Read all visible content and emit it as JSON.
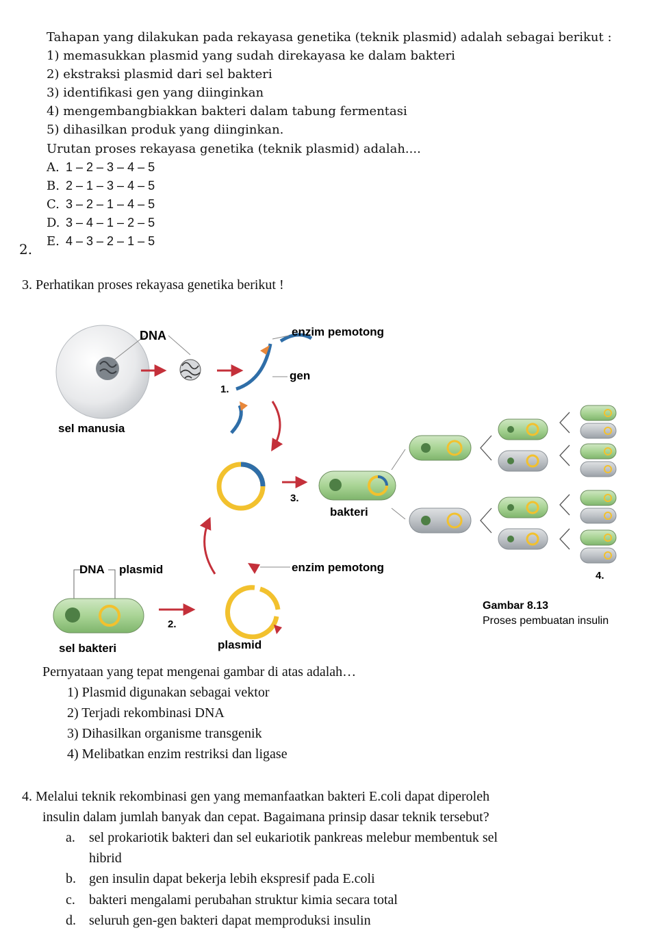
{
  "q2": {
    "number": "2.",
    "intro": "Tahapan yang dilakukan pada rekayasa genetika (teknik plasmid) adalah sebagai berikut :",
    "steps": [
      "1) memasukkan plasmid yang sudah direkayasa ke dalam bakteri",
      "2) ekstraksi plasmid dari sel bakteri",
      "3) identifikasi gen yang diinginkan",
      "4) mengembangbiakkan bakteri dalam tabung fermentasi",
      "5) dihasilkan produk yang diinginkan."
    ],
    "question": "Urutan proses rekayasa genetika (teknik plasmid) adalah....",
    "options": [
      {
        "letter": "A.",
        "text": "1 – 2 – 3 – 4 – 5"
      },
      {
        "letter": "B.",
        "text": "2 – 1 – 3 – 4 – 5"
      },
      {
        "letter": "C.",
        "text": "3 – 2 – 1 – 4 – 5"
      },
      {
        "letter": "D.",
        "text": "3 – 4 – 1 – 2 – 5"
      },
      {
        "letter": "E.",
        "text": "4 – 3 – 2 – 1 – 5"
      }
    ]
  },
  "q3": {
    "title": "3.  Perhatikan proses rekayasa genetika berikut !",
    "figure": {
      "labels": {
        "dna": "DNA",
        "enzim_top": "enzim pemotong",
        "gen": "gen",
        "sel_manusia": "sel manusia",
        "step1": "1.",
        "step2": "2.",
        "step3": "3.",
        "step4": "4.",
        "bakteri": "bakteri",
        "dna_label": "DNA",
        "plasmid_label": "plasmid",
        "enzim_bottom": "enzim pemotong",
        "sel_bakteri": "sel bakteri",
        "plasmid": "plasmid",
        "gambar": "Gambar 8.13",
        "caption": "Proses pembuatan insulin"
      }
    },
    "question": "Pernyataan yang tepat mengenai gambar di atas adalah…",
    "statements": [
      "1)  Plasmid digunakan sebagai vektor",
      "2)  Terjadi rekombinasi DNA",
      "3)  Dihasilkan organisme transgenik",
      "4)  Melibatkan enzim restriksi dan ligase"
    ]
  },
  "q4": {
    "line1": "4.  Melalui teknik rekombinasi gen yang memanfaatkan bakteri E.coli dapat diperoleh",
    "line2": "insulin dalam jumlah banyak dan cepat. Bagaimana prinsip dasar teknik tersebut?",
    "options": [
      {
        "letter": "a.",
        "text": "sel prokariotik bakteri dan sel eukariotik pankreas melebur membentuk sel"
      },
      {
        "letter": "",
        "text": "hibrid"
      },
      {
        "letter": "b.",
        "text": "gen insulin dapat bekerja lebih ekspresif pada E.coli"
      },
      {
        "letter": "c.",
        "text": "bakteri mengalami perubahan struktur kimia secara total"
      },
      {
        "letter": "d.",
        "text": "seluruh gen-gen bakteri dapat memproduksi insulin"
      }
    ]
  },
  "colors": {
    "arrow_red": "#c4303a",
    "plasmid_blue": "#1f4f8b",
    "plasmid_ring": "#f2c12e",
    "bacteria_green": "#9ec98a",
    "nucleus": "#8f959c"
  }
}
